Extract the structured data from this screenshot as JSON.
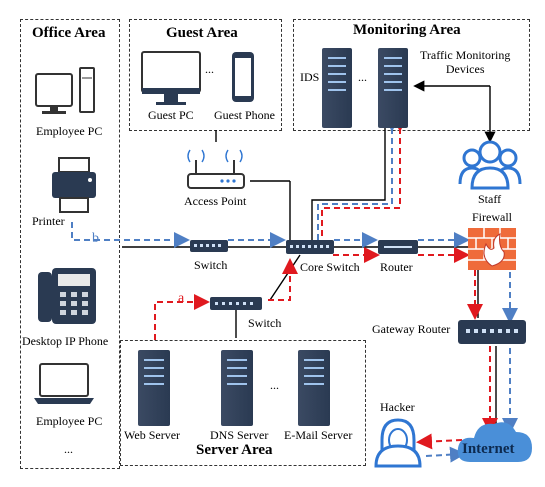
{
  "areas": {
    "office": "Office Area",
    "guest": "Guest Area",
    "monitoring": "Monitoring Area",
    "server": "Server Area"
  },
  "devices": {
    "employee_pc_1": "Employee PC",
    "printer": "Printer",
    "desktop_ip_phone": "Desktop IP Phone",
    "employee_pc_2": "Employee PC",
    "office_more": "...",
    "guest_pc": "Guest PC",
    "guest_phone": "Guest Phone",
    "guest_more": "...",
    "access_point": "Access Point",
    "ids": "IDS",
    "monitor_more": "...",
    "traffic_monitoring": "Traffic Monitoring\nDevices",
    "staff": "Staff",
    "switch_left": "Switch",
    "core_switch": "Core Switch",
    "router": "Router",
    "firewall": "Firewall",
    "switch_bottom": "Switch",
    "gateway_router": "Gateway Router",
    "web_server": "Web Server",
    "dns_server": "DNS Server",
    "email_server": "E-Mail Server",
    "server_more": "...",
    "hacker": "Hacker",
    "internet": "Internet"
  },
  "paths": {
    "a": "a",
    "b": "b"
  },
  "colors": {
    "red_path": "#e0191f",
    "blue_path": "#4f7fc4",
    "accent": "#2f76d2",
    "device_dark": "#2a3a52"
  }
}
